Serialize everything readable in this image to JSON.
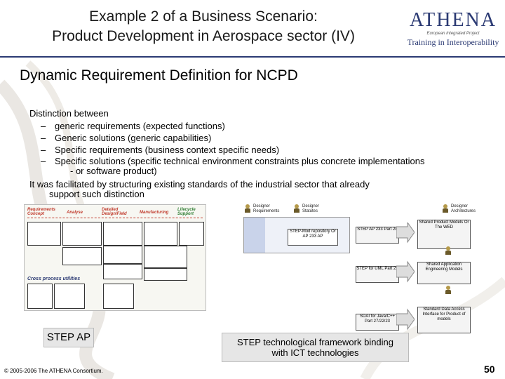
{
  "header": {
    "title_line1": "Example 2 of a Business Scenario:",
    "title_line2": "Product Development in Aerospace sector (IV)",
    "logo_main": "ATHENA",
    "logo_sub": "European Integrated Project",
    "logo_tag": "Training in Interoperability"
  },
  "subtitle": "Dynamic Requirement Definition for  NCPD",
  "body": {
    "distinction": "Distinction between",
    "bullets": [
      "generic requirements (expected functions)",
      "Generic solutions (generic capabilities)",
      "Specific requirements (business context specific needs)",
      "Specific solutions (specific technical environment constraints plus concrete implementations",
      "- or software product)"
    ],
    "facilitated_line1": "It was facilitated by structuring existing standards of the industrial sector that already",
    "facilitated_line2": "support such distinction"
  },
  "left_figure": {
    "stages": [
      "Requirements Concept",
      "Analyse",
      "Detailed Design/Field",
      "Manufacturing",
      "Lifecycle Support"
    ],
    "cross": "Cross process utilities"
  },
  "right_figure": {
    "top_left_label": "Designer Requirements",
    "top_mid_label": "Designer Statutes",
    "top_right_label": "Designer Architectures",
    "repo": "STEP-Mod repository Or AP 233 AP",
    "r1": "STEP AP 233 Part 28",
    "r2": "STEP for UML Part 25",
    "r3": "SDAI for Java/C++ Part 27/22/23",
    "c1": "Shared Product Models Or The WED",
    "c2": "Shared Application Engineering Models",
    "c3": "Standard Data Access Interface for Product of models"
  },
  "captions": {
    "step_ap": "STEP AP",
    "framework_line1": "STEP technological framework binding",
    "framework_line2": "with ICT technologies"
  },
  "footer": {
    "copyright": "© 2005-2006 The ATHENA Consortium.",
    "page": "50"
  },
  "colors": {
    "brand": "#2b3a73",
    "accent": "#c0392b"
  }
}
